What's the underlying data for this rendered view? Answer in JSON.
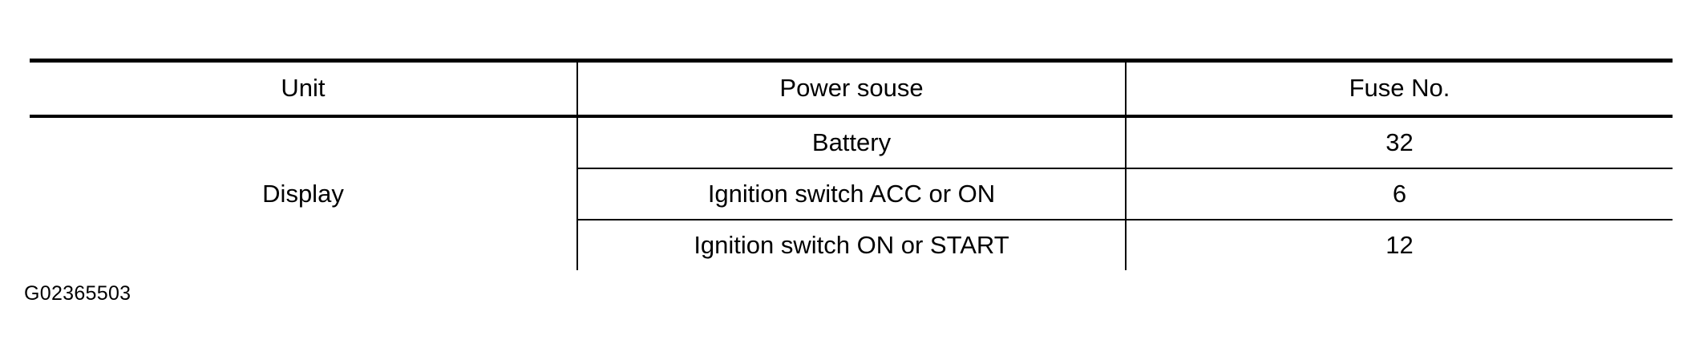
{
  "table": {
    "columns": [
      {
        "key": "unit",
        "label": "Unit"
      },
      {
        "key": "power",
        "label": "Power souse"
      },
      {
        "key": "fuse",
        "label": "Fuse No."
      }
    ],
    "unit_group": "Display",
    "rows": [
      {
        "power_source": "Battery",
        "fuse_no": "32"
      },
      {
        "power_source": "Ignition switch ACC or ON",
        "fuse_no": "6"
      },
      {
        "power_source": "Ignition switch ON or START",
        "fuse_no": "12"
      }
    ]
  },
  "caption": {
    "id": "G02365503"
  },
  "colors": {
    "text": "#000000",
    "rule": "#000000",
    "background": "#ffffff"
  }
}
